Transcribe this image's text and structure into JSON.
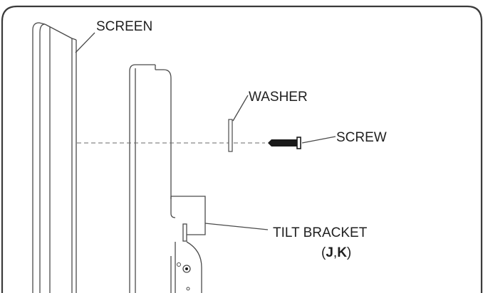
{
  "labels": {
    "screen": "SCREEN",
    "washer": "WASHER",
    "screw": "SCREW",
    "tilt_bracket": "TILT BRACKET",
    "part_open": "(",
    "part_j": "J",
    "part_sep": ",",
    "part_k": "K",
    "part_close": ")"
  },
  "colors": {
    "frame": "#3a3a3a",
    "line": "#4a4a4a",
    "text": "#1f1f1f",
    "screw_body": "#1a1a1a",
    "background": "#ffffff"
  }
}
